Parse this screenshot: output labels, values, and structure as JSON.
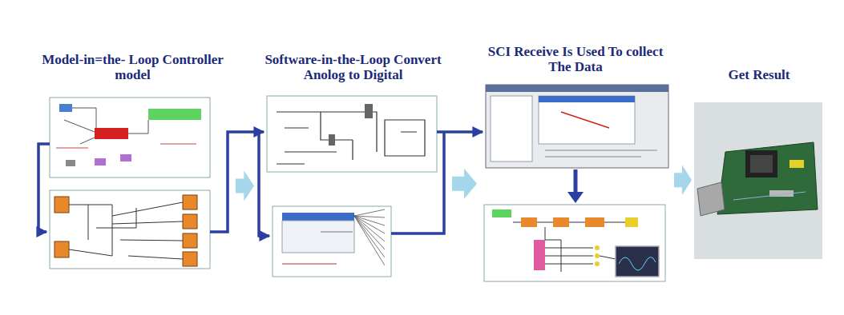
{
  "diagram": {
    "nodes": [
      {
        "text": [
          "Model-in=the- Loop Controller model"
        ]
      },
      {
        "text": [
          "Software-in-the-Loop Convert Anolog to Digital"
        ]
      },
      {
        "text": [
          "SCI Receive Is Used To collect The Data"
        ]
      },
      {
        "text": [
          "Get Result"
        ]
      }
    ],
    "edges": [
      {
        "from": 0,
        "to": 1,
        "arrow": "to"
      },
      {
        "from": 1,
        "to": 2,
        "arrow": "to"
      },
      {
        "from": 2,
        "to": 3,
        "arrow": "to"
      }
    ]
  }
}
